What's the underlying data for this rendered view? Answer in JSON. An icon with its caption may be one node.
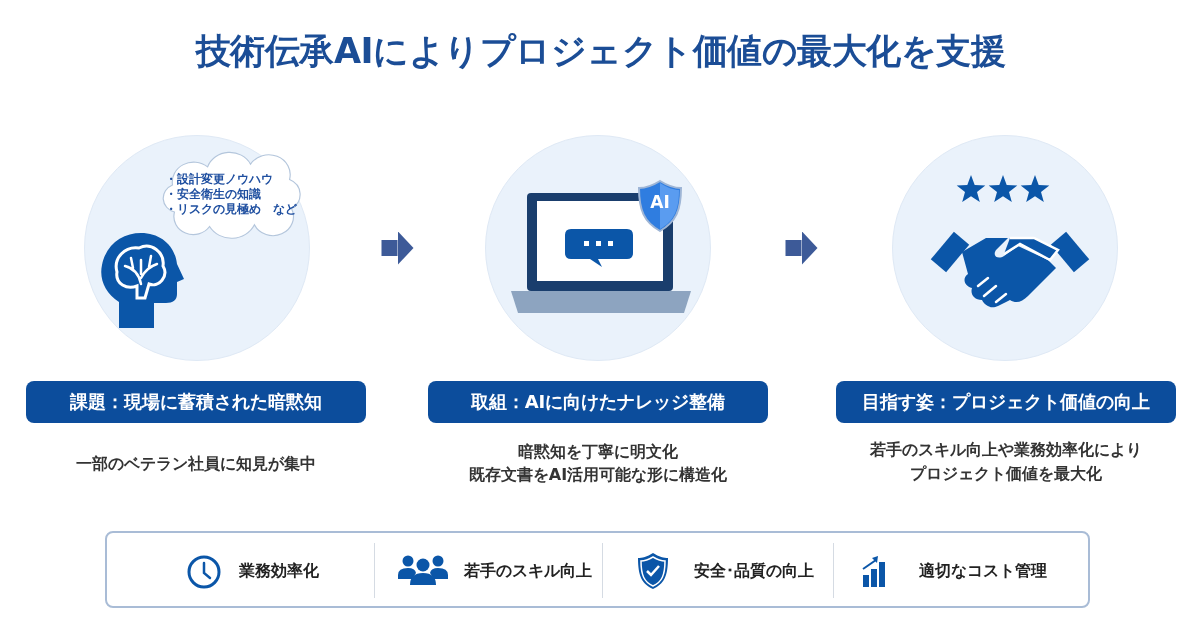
{
  "diagram": {
    "title": "技術伝承AIによりプロジェクト価値の最大化を支援",
    "nodes": [
      {
        "text": [],
        "shape": "circle"
      },
      {
        "text": [
          "・設計変更ノウハウ",
          "・安全衛生の知識",
          "・リスクの見極め　など"
        ],
        "in": 0
      },
      {
        "text": [],
        "shape": "circle"
      },
      {
        "text": [],
        "shape": "circle"
      },
      {
        "text": [
          "課題：現場に蓄積された暗黙知"
        ],
        "beside": [
          "一部のベテラン社員に知見が集中"
        ]
      },
      {
        "text": [
          "取組：AIに向けたナレッジ整備"
        ],
        "beside": [
          "暗黙知を丁寧に明文化",
          "既存文書をAI活用可能な形に構造化"
        ]
      },
      {
        "text": [
          "目指す姿：プロジェクト価値の向上"
        ],
        "beside": [
          "若手のスキル向上や業務効率化によりプロジェクト価値を最大化"
        ]
      },
      {
        "text": [],
        "shape": "box"
      },
      {
        "text": [
          "業務効率化"
        ],
        "in": 7
      },
      {
        "text": [
          "若手のスキル向上"
        ],
        "in": 7
      },
      {
        "text": [
          "安全･品質の向上"
        ],
        "in": 7
      },
      {
        "text": [
          "適切なコスト管理"
        ],
        "in": 7
      }
    ],
    "edges": [
      {
        "from": 0,
        "to": 2,
        "arrow": "to"
      },
      {
        "from": 2,
        "to": 3,
        "arrow": "to"
      }
    ],
    "labels": [
      "AI"
    ]
  }
}
